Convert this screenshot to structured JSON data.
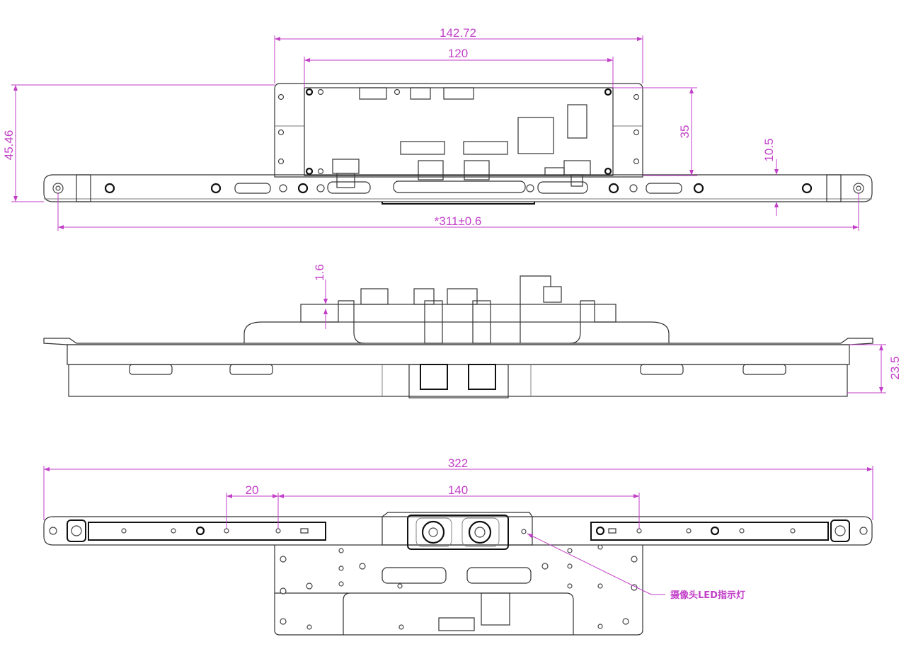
{
  "drawing": {
    "top_view": {
      "dim_plate_width": "142.72",
      "dim_pcb_width": "120",
      "dim_total_height": "45.46",
      "dim_pcb_height": "35",
      "dim_bar_height": "10.5",
      "dim_hole_spacing": "*311±0.6"
    },
    "side_view": {
      "dim_pcb_thickness": "1.6",
      "dim_depth": "23.5"
    },
    "bottom_view": {
      "dim_total_length": "322",
      "dim_screw_pitch": "20",
      "dim_screw_span": "140",
      "callout_led": "摄像头LED指示灯"
    },
    "colors": {
      "dimension": "#c23fc8",
      "outline": "#333333"
    }
  }
}
